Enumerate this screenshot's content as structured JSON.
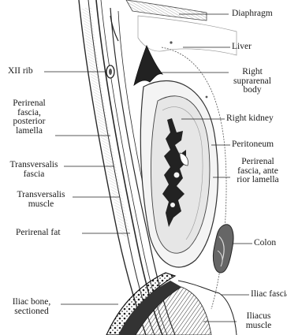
{
  "figure": {
    "labels": {
      "diaphragm": "Diaphragm",
      "liver": "Liver",
      "right_suprarenal_body": "Right\nsuprarenal\nbody",
      "right_kidney": "Right kidney",
      "peritoneum": "Peritoneum",
      "perirenal_fascia_anterior": "Perirenal\nfascia, ante\nrior lamella",
      "colon": "Colon",
      "iliac_fascia": "Iliac fascia",
      "iliacus_muscle": "Iliacus\nmuscle",
      "xii_rib": "XII rib",
      "perirenal_fascia_posterior": "Perirenal\nfascia,\nposterior\nlamella",
      "transversalis_fascia": "Transversalis\nfascia",
      "transversalis_muscle": "Transversalis\nmuscle",
      "perirenal_fat": "Perirenal fat",
      "iliac_bone_sectioned": "Iliac bone,\nsectioned"
    },
    "colors": {
      "ink": "#1a1a1a",
      "paper": "#ffffff",
      "shade": "#8a8a8a"
    }
  }
}
